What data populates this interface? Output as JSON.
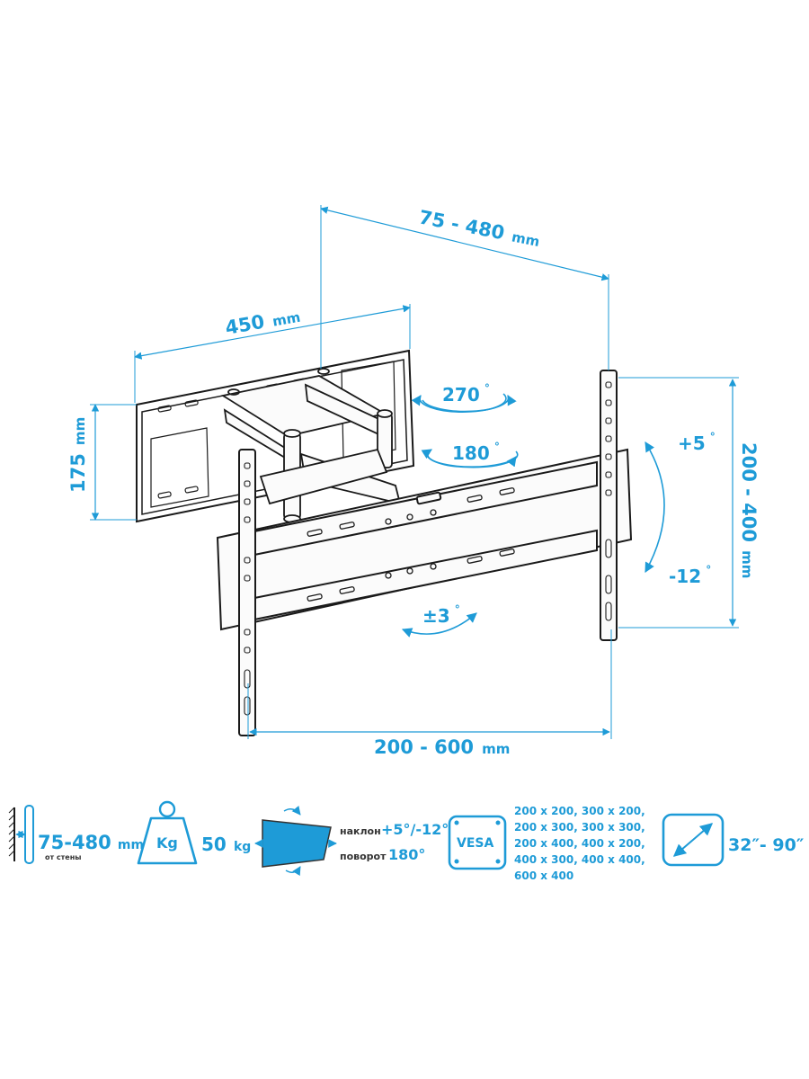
{
  "diagram": {
    "dim_depth_value": "75 - 480",
    "dim_depth_unit": "mm",
    "dim_wallplate_width_value": "450",
    "dim_wallplate_width_unit": "mm",
    "dim_wallplate_height_value": "175",
    "dim_wallplate_height_unit": "mm",
    "dim_vesa_vertical_value": "200 - 400",
    "dim_vesa_vertical_unit": "mm",
    "dim_vesa_horizontal_value": "200 - 600",
    "dim_vesa_horizontal_unit": "mm",
    "swivel_wall": "270",
    "swivel_arm": "180",
    "tilt_up": "+5",
    "tilt_down": "-12",
    "level": "±3",
    "degree_mark": "°"
  },
  "specs": {
    "depth_value": "75-480",
    "depth_unit": "mm",
    "depth_caption": "от стены",
    "weight_icon_label": "Kg",
    "weight_value": "50",
    "weight_unit": "kg",
    "tilt_label": "наклон",
    "tilt_value": "+5°/-12°",
    "swivel_label": "поворот",
    "swivel_value": "180°",
    "vesa_icon_label": "VESA",
    "vesa_sizes": [
      "200 x 200, 300 x 200,",
      "200 x 300, 300 x 300,",
      "200 x 400, 400 x 200,",
      "400 x 300, 400 x 400,",
      "600 x 400"
    ],
    "screen_range": "32″- 90″"
  },
  "colors": {
    "accent": "#1e9bd7",
    "line": "#1a1a1a"
  }
}
